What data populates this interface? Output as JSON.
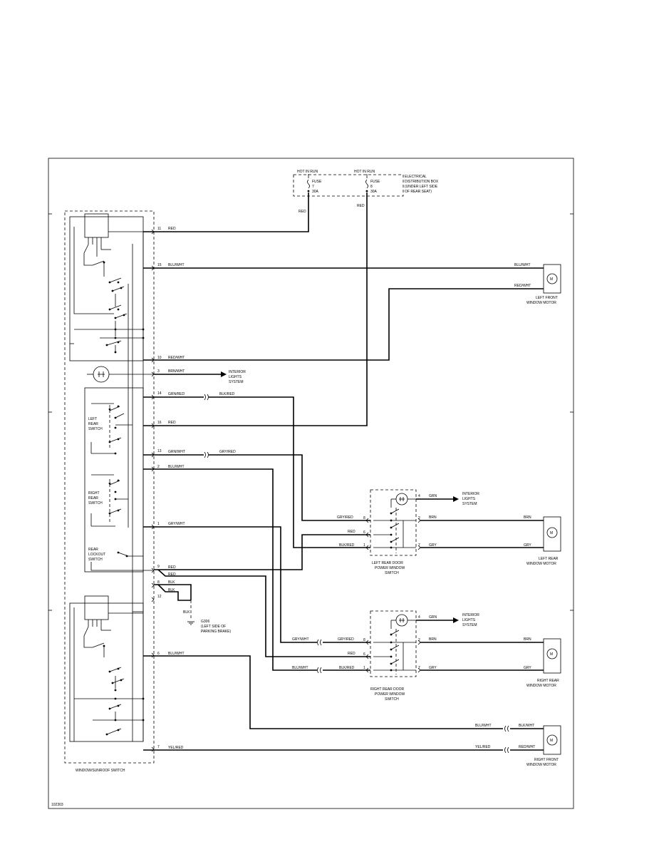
{
  "diagram_id": "102303",
  "fuse_box": {
    "hot_left": "HOT IN RUN",
    "hot_right": "HOT IN RUN",
    "fuse_left": [
      "FUSE",
      "7",
      "30A"
    ],
    "fuse_right": [
      "FUSE",
      "8",
      "30A"
    ],
    "label": [
      "ELECTRICAL",
      "DISTRIBUTION BOX",
      "(UNDER LEFT SIDE",
      "OF REAR SEAT)"
    ],
    "wire_left": "RED",
    "wire_right": "RED"
  },
  "switch_assembly": {
    "label": "WINDOW/SUNROOF SWITCH",
    "left_rear_switch": [
      "LEFT",
      "REAR",
      "SWITCH"
    ],
    "right_rear_switch": [
      "RIGHT",
      "REAR",
      "SWITCH"
    ],
    "rear_lockout_switch": [
      "REAR",
      "LOCKOUT",
      "SWITCH"
    ]
  },
  "pins": {
    "p11": "11",
    "p15": "15",
    "p10": "10",
    "p3": "3",
    "p14": "14",
    "p16": "16",
    "p13": "13",
    "p2": "2",
    "p1": "1",
    "p9": "9",
    "p8": "8",
    "p12": "12",
    "p6": "6",
    "p7": "7"
  },
  "wires": {
    "red": "RED",
    "blu_wht": "BLU/WHT",
    "red_wht": "RED/WHT",
    "brn_wht": "BRN/WHT",
    "grn_red": "GRN/RED",
    "blk_red": "BLK/RED",
    "grn_wht": "GRN/WHT",
    "gry_red": "GRY/RED",
    "gry_wht": "GRY/WHT",
    "blk": "BLK",
    "yel_red": "YEL/RED",
    "grn": "GRN",
    "brn": "BRN",
    "gry": "GRY",
    "blk_wht": "BLK/WHT"
  },
  "interior_lights": [
    "INTERIOR",
    "LIGHTS",
    "SYSTEM"
  ],
  "ground": [
    "G306",
    "(LEFT SIDE OF",
    "PARKING BRAKE)"
  ],
  "left_rear_door_switch": [
    "LEFT REAR DOOR",
    "POWER WINDOW",
    "SWITCH"
  ],
  "right_rear_door_switch": [
    "RIGHT REAR DOOR",
    "POWER WINDOW",
    "SWITCH"
  ],
  "door_pins": {
    "p4": "4",
    "p8": "8",
    "p6": "6",
    "p2": "2",
    "p1": "1",
    "p7": "7"
  },
  "motors": {
    "symbol": "M",
    "left_front": [
      "LEFT FRONT",
      "WINDOW MOTOR"
    ],
    "left_rear": [
      "LEFT REAR",
      "WINDOW MOTOR"
    ],
    "right_rear": [
      "RIGHT REAR",
      "WINDOW MOTOR"
    ],
    "right_front": [
      "RIGHT FRONT",
      "WINDOW MOTOR"
    ]
  }
}
